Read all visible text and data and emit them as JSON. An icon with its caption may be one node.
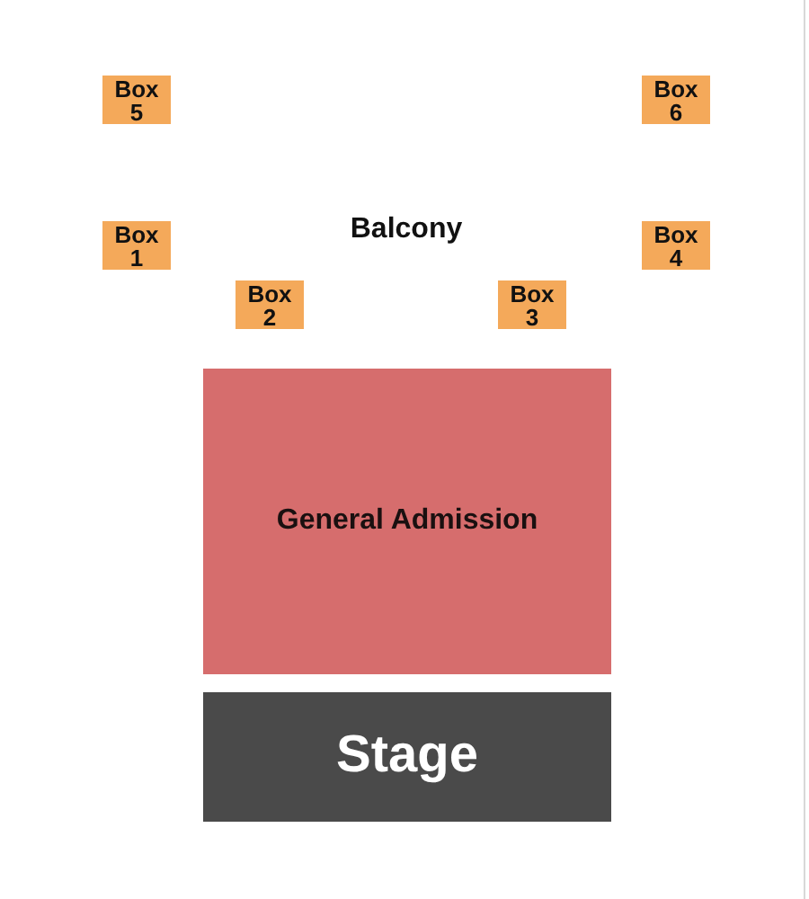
{
  "diagram": {
    "nodes": [
      {
        "text": [
          "Box 5"
        ]
      },
      {
        "text": [
          "Box 6"
        ]
      },
      {
        "text": [
          "Box 1"
        ]
      },
      {
        "text": [
          "Box 4"
        ]
      },
      {
        "text": [
          "Box 2"
        ]
      },
      {
        "text": [
          "Box 3"
        ]
      },
      {
        "text": [
          "General Admission"
        ]
      },
      {
        "text": [
          "Stage"
        ]
      }
    ],
    "labels": [
      "Balcony"
    ]
  }
}
